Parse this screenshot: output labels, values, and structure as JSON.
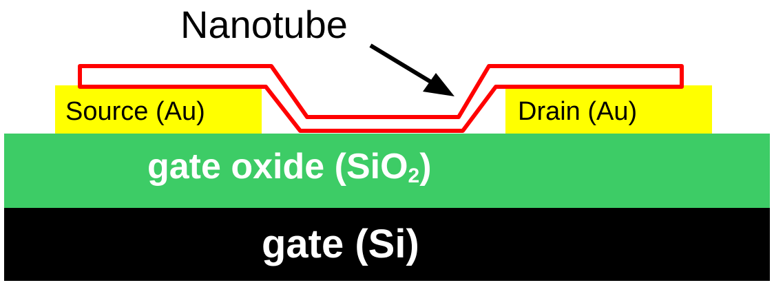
{
  "diagram": {
    "nanotube_label": "Nanotube",
    "source_label": "Source (Au)",
    "drain_label": "Drain (Au)",
    "oxide_label_main": "gate oxide (SiO",
    "oxide_label_sub": "2",
    "oxide_label_end": ")",
    "gate_label": "gate (Si)"
  },
  "colors": {
    "gate": "#000000",
    "gate_oxide": "#3dcc66",
    "electrode": "#ffff00",
    "nanotube": "#ff0000",
    "text_dark": "#000000",
    "text_light": "#ffffff"
  }
}
